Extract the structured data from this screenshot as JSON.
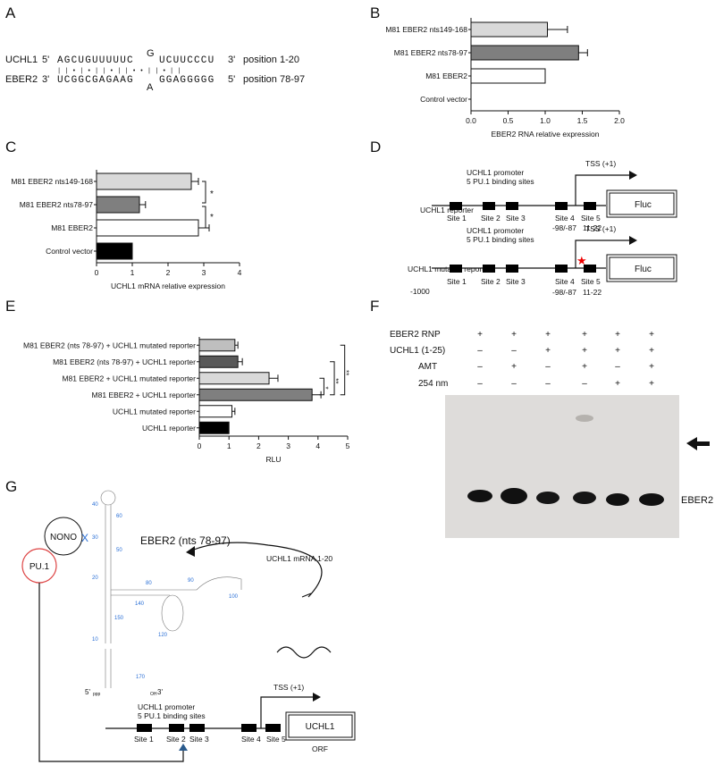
{
  "panels": {
    "A": "A",
    "B": "B",
    "C": "C",
    "D": "D",
    "E": "E",
    "F": "F",
    "G": "G"
  },
  "panelA": {
    "uchl1_label": "UCHL1",
    "uchl1_5": "5'",
    "uchl1_seq": "AGCUGUUUUUC",
    "uchl1_bulge": "G",
    "uchl1_seq2": "UCUUCCCU",
    "uchl1_3": "3'",
    "uchl1_pos": "position 1-20",
    "pairs": "|  |  •  |  •  |  |  •  |  |     •  •  |  |  •  |  |",
    "eber2_label": "EBER2",
    "eber2_3": "3'",
    "eber2_seq": "UCGGCGAGAAG",
    "eber2_bulge": "A",
    "eber2_seq2": "GGAGGGGG",
    "eber2_5": "5'",
    "eber2_pos": "position 78-97"
  },
  "panelD": {
    "reporter1": "UCHL1 reporter",
    "reporter2": "UCHL1 mutated reporter",
    "promoter_line1": "UCHL1 promoter",
    "promoter_line2": "5 PU.1 binding sites",
    "tss": "TSS (+1)",
    "fluc": "Fluc",
    "sites": [
      "Site 1",
      "Site 2",
      "Site 3",
      "Site 4",
      "Site 5"
    ],
    "site4_pos": "-98/-87",
    "site5_pos": "11-22",
    "minus1000": "-1000"
  },
  "panelF": {
    "row_labels": [
      "EBER2 RNP",
      "UCHL1 (1-25)",
      "AMT",
      "254 nm"
    ],
    "rows": [
      [
        "+",
        "+",
        "+",
        "+",
        "+",
        "+"
      ],
      [
        "–",
        "–",
        "+",
        "+",
        "+",
        "+"
      ],
      [
        "–",
        "+",
        "–",
        "+",
        "–",
        "+"
      ],
      [
        "–",
        "–",
        "–",
        "–",
        "+",
        "+"
      ]
    ],
    "band_label": "EBER2"
  },
  "panelG": {
    "nono": "NONO",
    "x_mark": "X",
    "pu1": "PU.1",
    "eber2_title": "EBER2 (nts 78-97)",
    "mrna_label": "UCHL1 mRNA 1-20",
    "promoter_line1": "UCHL1 promoter",
    "promoter_line2": "5 PU.1 binding sites",
    "tss": "TSS (+1)",
    "gene": "UCHL1",
    "orf": "ORF",
    "sites": [
      "Site 1",
      "Site 2",
      "Site 3",
      "Site 4",
      "Site 5"
    ],
    "nums": [
      "10",
      "20",
      "30",
      "40",
      "50",
      "60",
      "80",
      "90",
      "100",
      "120",
      "140",
      "150",
      "170"
    ],
    "five_prime": "5'",
    "three_prime": "3'",
    "ppp": "ppp",
    "oh": "OH"
  },
  "chart_data": [
    {
      "panel": "B",
      "type": "bar",
      "orientation": "horizontal",
      "categories": [
        "M81 EBER2 nts149-168",
        "M81 EBER2 nts78-97",
        "M81 EBER2",
        "Control vector"
      ],
      "values": [
        1.03,
        1.45,
        1.0,
        0.0
      ],
      "errors": [
        0.27,
        0.12,
        0.0,
        0.0
      ],
      "colors": [
        "#d9d9d9",
        "#7f7f7f",
        "#ffffff",
        "#000000"
      ],
      "xlabel": "EBER2 RNA relative expression",
      "xlim": [
        0,
        2.0
      ],
      "ticks": [
        "0.0",
        "0.5",
        "1.0",
        "1.5",
        "2.0"
      ]
    },
    {
      "panel": "C",
      "type": "bar",
      "orientation": "horizontal",
      "categories": [
        "M81 EBER2 nts149-168",
        "M81 EBER2 nts78-97",
        "M81 EBER2",
        "Control vector"
      ],
      "values": [
        2.65,
        1.2,
        2.85,
        1.0
      ],
      "errors": [
        0.2,
        0.17,
        0.3,
        0.0
      ],
      "colors": [
        "#d9d9d9",
        "#7f7f7f",
        "#ffffff",
        "#000000"
      ],
      "xlabel": "UCHL1 mRNA relative expression",
      "xlim": [
        0,
        4
      ],
      "ticks": [
        "0",
        "1",
        "2",
        "3",
        "4"
      ],
      "significance": [
        "*",
        "*"
      ]
    },
    {
      "panel": "E",
      "type": "bar",
      "orientation": "horizontal",
      "categories": [
        "M81 EBER2 (nts 78-97) + UCHL1 mutated reporter",
        "M81 EBER2 (nts 78-97) + UCHL1 reporter",
        "M81 EBER2 + UCHL1 mutated reporter",
        "M81 EBER2 + UCHL1 reporter",
        "UCHL1 mutated reporter",
        "UCHL1 reporter"
      ],
      "values": [
        1.2,
        1.3,
        2.35,
        3.8,
        1.1,
        1.0
      ],
      "errors": [
        0.1,
        0.15,
        0.3,
        0.3,
        0.1,
        0.0
      ],
      "colors": [
        "#bfbfbf",
        "#595959",
        "#d9d9d9",
        "#7f7f7f",
        "#ffffff",
        "#000000"
      ],
      "xlabel": "RLU",
      "xlim": [
        0,
        5
      ],
      "ticks": [
        "0",
        "1",
        "2",
        "3",
        "4",
        "5"
      ],
      "significance": [
        "*",
        "**",
        "**"
      ]
    }
  ]
}
